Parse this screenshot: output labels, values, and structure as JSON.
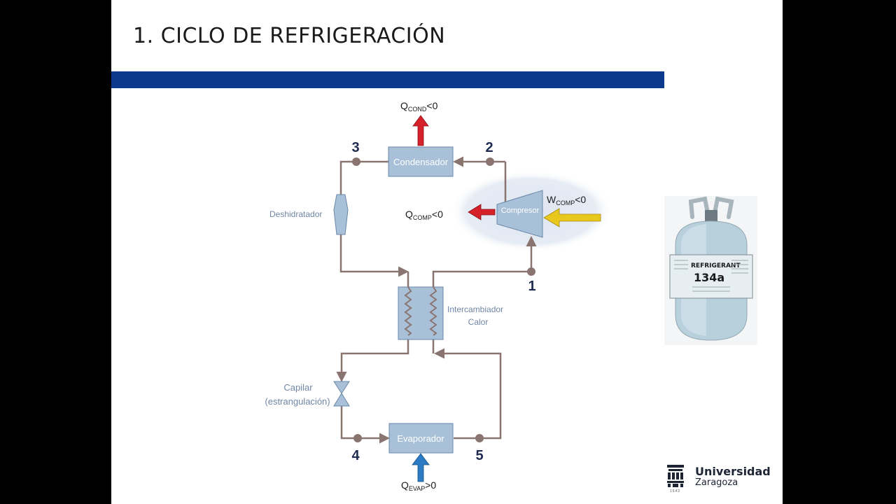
{
  "slide": {
    "title": "1. CICLO DE REFRIGERACIÓN"
  },
  "diagram": {
    "boxes": {
      "condensador": "Condensador",
      "compresor": "Compresor",
      "evaporador": "Evaporador"
    },
    "labels": {
      "deshidratador": "Deshidratador",
      "intercambiador_1": "Intercambiador",
      "intercambiador_2": "Calor",
      "capilar_1": "Capilar",
      "capilar_2": "(estrangulación)"
    },
    "heat": {
      "q_cond": {
        "base": "Q",
        "sub": "COND",
        "rel": "<0"
      },
      "q_comp": {
        "base": "Q",
        "sub": "COMP",
        "rel": "<0"
      },
      "w_comp": {
        "base": "W",
        "sub": "COMP",
        "rel": "<0"
      },
      "q_evap": {
        "base": "Q",
        "sub": "EVAP",
        "rel": ">0"
      }
    },
    "points": {
      "p1": "1",
      "p2": "2",
      "p3": "3",
      "p4": "4",
      "p5": "5"
    },
    "colors": {
      "pipe": "#8a7470",
      "box": "#a8c0d8",
      "box_border": "#6a88a8",
      "heat_out": "#d6202a",
      "work_in": "#e8c81c",
      "heat_in": "#2b7cc4",
      "point": "#1d2c50"
    }
  },
  "cylinder": {
    "brand": "REFRIGERANT",
    "model": "134a"
  },
  "logo": {
    "name": "Universidad",
    "city": "Zaragoza",
    "year": "1542"
  }
}
